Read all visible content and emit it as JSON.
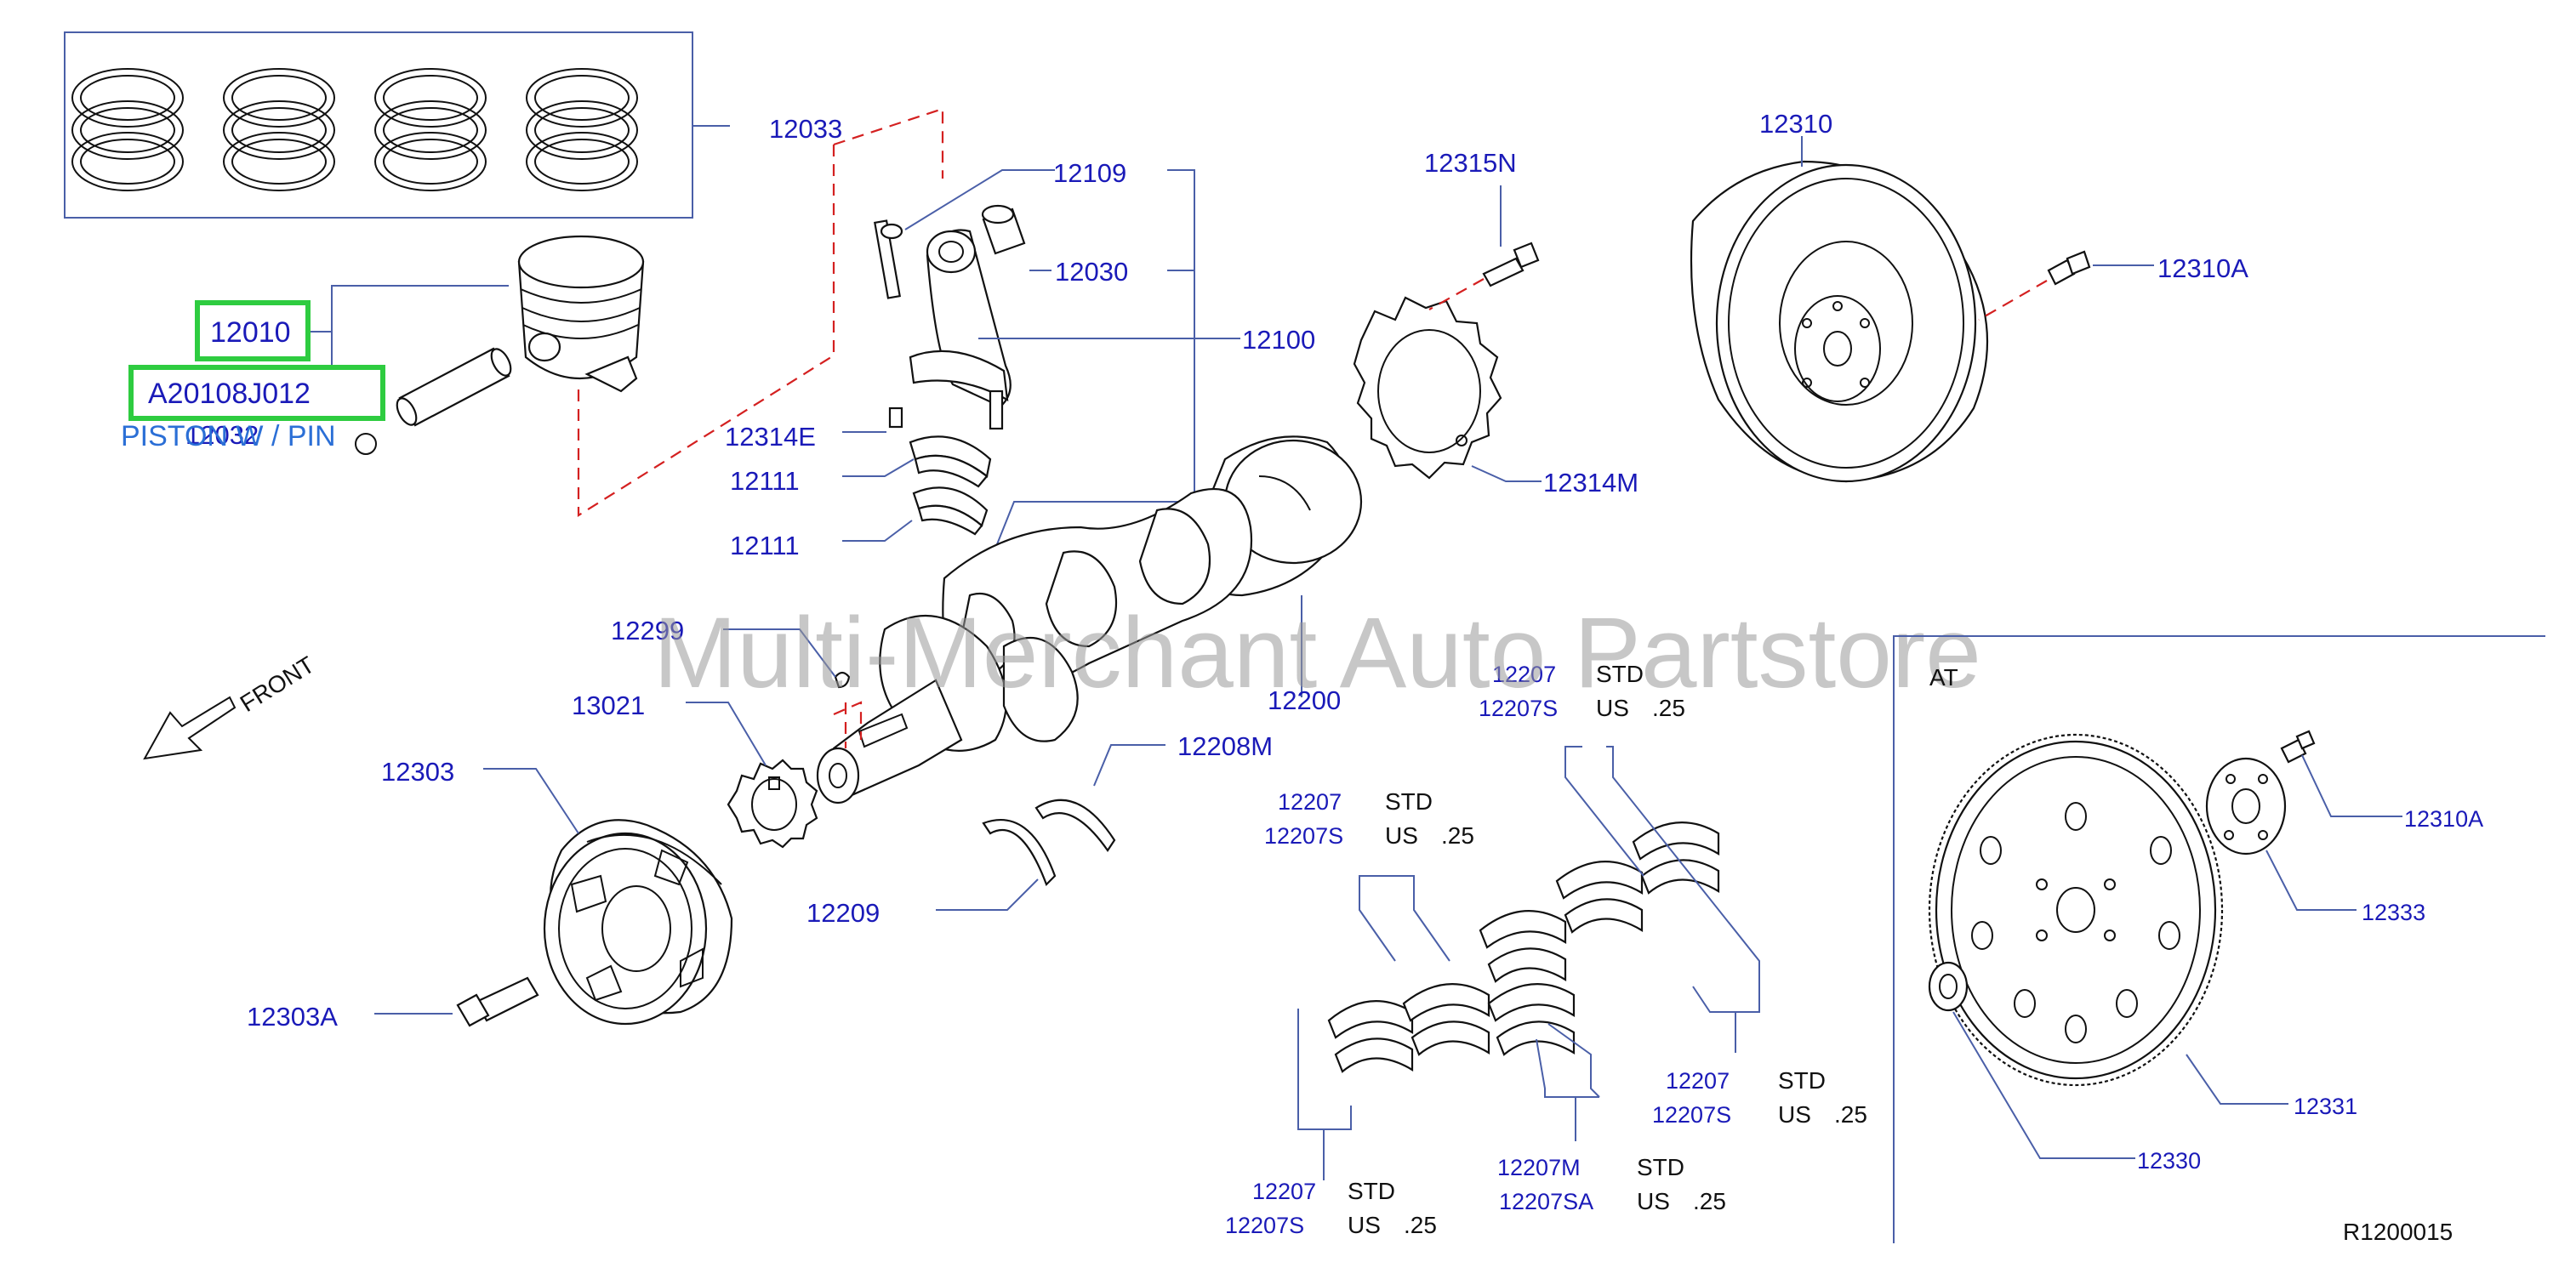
{
  "watermark": "Multi-Merchant Auto Partstore",
  "diagram_code": "R1200015",
  "front_label": "FRONT",
  "at_label": "AT",
  "highlight": {
    "part_no": "12010",
    "oem_no": "A20108J012",
    "description": "PISTON W / PIN"
  },
  "labels": {
    "p12033": "12033",
    "p12109": "12109",
    "p12030": "12030",
    "p12100": "12100",
    "p12315N": "12315N",
    "p12310": "12310",
    "p12310A": "12310A",
    "p12032": "12032",
    "p12314E": "12314E",
    "p12111a": "12111",
    "p12111b": "12111",
    "p12314M": "12314M",
    "p12299": "12299",
    "p13021": "13021",
    "p12303": "12303",
    "p12200": "12200",
    "p12208M": "12208M",
    "p12209": "12209",
    "p12303A": "12303A",
    "at12310A": "12310A",
    "at12333": "12333",
    "at12331": "12331",
    "at12330": "12330"
  },
  "bearing_groups": [
    {
      "a": "12207",
      "b": "12207S",
      "std": "STD",
      "us": "US",
      "val": ".25"
    },
    {
      "a": "12207",
      "b": "12207S",
      "std": "STD",
      "us": "US",
      "val": ".25"
    },
    {
      "a": "12207",
      "b": "12207S",
      "std": "STD",
      "us": "US",
      "val": ".25"
    },
    {
      "a": "12207M",
      "b": "12207SA",
      "std": "STD",
      "us": "US",
      "val": ".25"
    },
    {
      "a": "12207",
      "b": "12207S",
      "std": "STD",
      "us": "US",
      "val": ".25"
    }
  ]
}
